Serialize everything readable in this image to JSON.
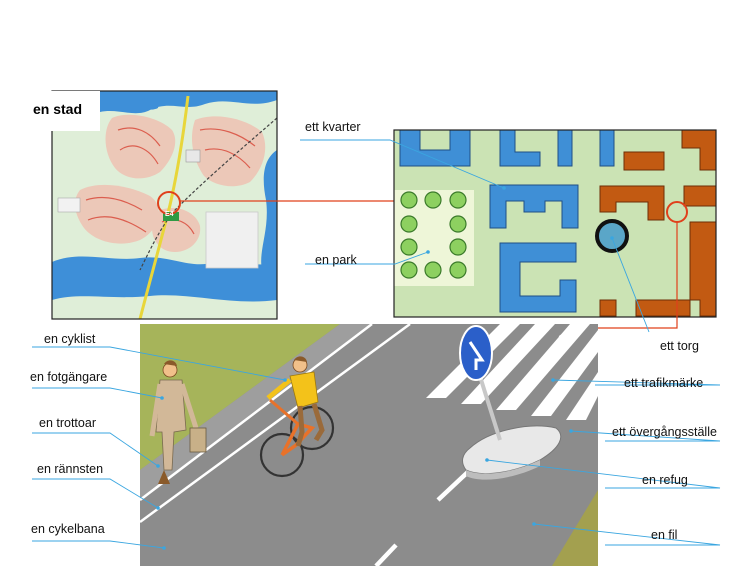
{
  "map": {
    "title": "en stad",
    "road_shield": "E4"
  },
  "labels": {
    "kvarter": "ett kvarter",
    "park": "en park",
    "torg": "ett torg",
    "cyklist": "en cyklist",
    "fotgangare": "en fotgängare",
    "trottoar": "en trottoar",
    "rannsten": "en rännsten",
    "cykelbana": "en cykelbana",
    "trafikmarke": "ett trafikmärke",
    "overgangsstalle": "ett övergångsställe",
    "refug": "en refug",
    "fil": "en fil"
  },
  "colors": {
    "water": "#3e8fd8",
    "land": "#d8ecd0",
    "grass_block": "#cbe3b4",
    "blue_building": "#3f8fd6",
    "brown_building": "#c25a12",
    "road": "#8a8a8a",
    "callout_line": "#e0401b",
    "leader_line": "#3aa6e0"
  }
}
